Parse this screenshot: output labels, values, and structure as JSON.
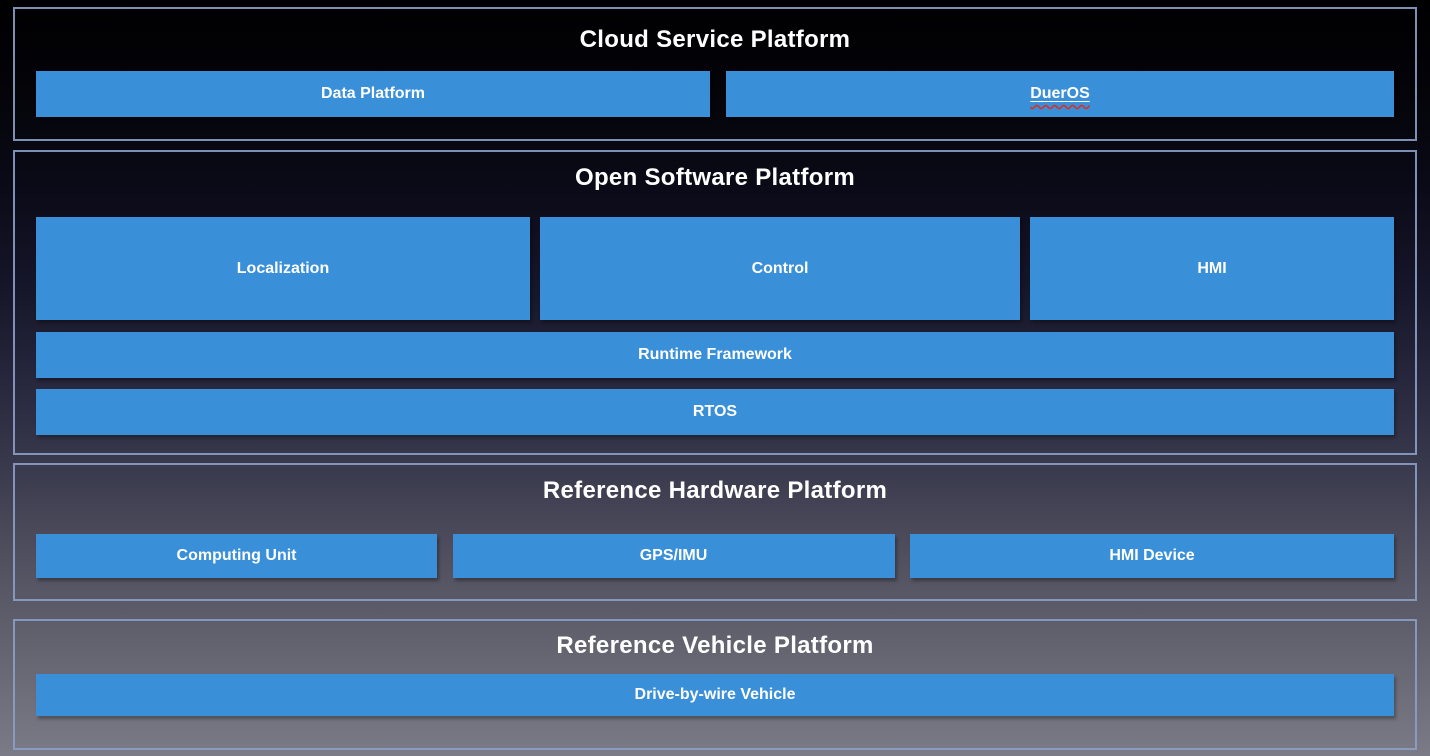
{
  "diagram": {
    "colors": {
      "box_blue": "#3a8fd9",
      "section_border": "#8c9ec8",
      "title_text": "#ffffff",
      "box_text": "#ffffff",
      "spellcheck_underline": "#d93025"
    },
    "sections": [
      {
        "title": "Cloud Service Platform",
        "boxes": [
          {
            "label": "Data Platform"
          },
          {
            "label": "DuerOS",
            "underlined": true,
            "spellcheck_squiggle": true
          }
        ]
      },
      {
        "title": "Open Software Platform",
        "boxes": [
          {
            "label": "Localization"
          },
          {
            "label": "Control"
          },
          {
            "label": "HMI"
          },
          {
            "label": "Runtime Framework"
          },
          {
            "label": "RTOS"
          }
        ]
      },
      {
        "title": "Reference Hardware Platform",
        "boxes": [
          {
            "label": "Computing Unit"
          },
          {
            "label": "GPS/IMU"
          },
          {
            "label": "HMI Device"
          }
        ]
      },
      {
        "title": "Reference Vehicle Platform",
        "boxes": [
          {
            "label": "Drive-by-wire Vehicle"
          }
        ]
      }
    ]
  }
}
